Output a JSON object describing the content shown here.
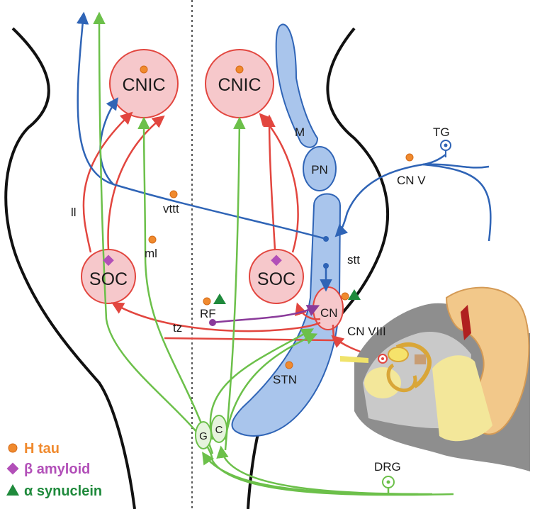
{
  "colors": {
    "red": "#e2463f",
    "blue": "#2f64b6",
    "green": "#6cc04a",
    "purple": "#8a3a9a",
    "orange": "#f08a2e",
    "nucleus_fill": "#f6c8cb",
    "brainstem_fill": "#a9c5ec",
    "legend_tau": "#f08a2e",
    "legend_amyloid": "#b24fb8",
    "legend_synuclein": "#1f8a3c"
  },
  "labels": {
    "cnic_left": "CNIC",
    "cnic_right": "CNIC",
    "soc_left": "SOC",
    "soc_right": "SOC",
    "m": "M",
    "pn": "PN",
    "tg": "TG",
    "cn_v": "CN V",
    "stt": "stt",
    "vttt": "vttt",
    "ll": "ll",
    "ml": "ml",
    "rf": "RF",
    "cn": "CN",
    "tz": "tz",
    "cn_viii": "CN VIII",
    "stn": "STN",
    "g": "G",
    "c": "C",
    "drg": "DRG"
  },
  "legend": {
    "tau_symbol": "o",
    "tau_label": "H tau",
    "amyloid_symbol": "◆",
    "amyloid_label": "β amyloid",
    "synuclein_symbol": "▲",
    "synuclein_label": "α synuclein"
  },
  "icons": [
    "orange-dot-icon",
    "purple-diamond-icon",
    "green-triangle-icon",
    "ear-illustration"
  ]
}
